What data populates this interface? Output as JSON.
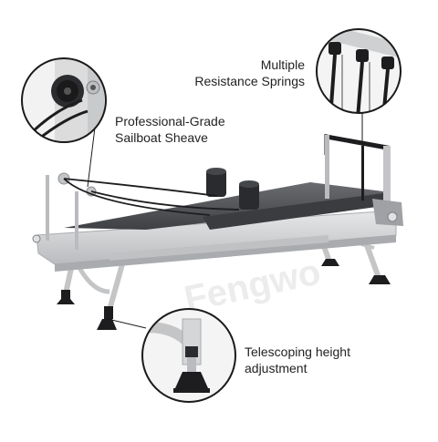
{
  "callouts": {
    "springs": {
      "line1": "Multiple",
      "line2": "Resistance Springs"
    },
    "sheave": {
      "line1": "Professional-Grade",
      "line2": "Sailboat Sheave"
    },
    "height": {
      "line1": "Telescoping height",
      "line2": "adjustment"
    }
  },
  "watermark": "Fengwo",
  "colors": {
    "frame": "#d3d4d6",
    "frame_dark": "#a9abae",
    "pad": "#5a5c60",
    "black": "#1d1d1f",
    "circle_border": "#1a1a1a"
  }
}
